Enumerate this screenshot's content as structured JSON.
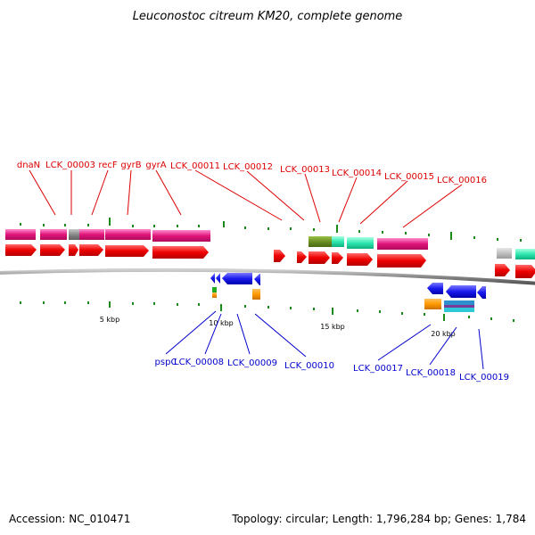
{
  "title": "Leuconostoc citreum KM20, complete genome",
  "accession_text": "Accession: NC_010471",
  "summary_text": "Topology: circular; Length: 1,796,284 bp; Genes: 1,784",
  "scale_labels": [
    "5 kbp",
    "10 kbp",
    "15 kbp",
    "20 kbp"
  ],
  "forward_genes": [
    "dnaN",
    "LCK_00003",
    "recF",
    "gyrB",
    "gyrA",
    "LCK_00011",
    "LCK_00012",
    "LCK_00013",
    "LCK_00014",
    "LCK_00015",
    "LCK_00016"
  ],
  "reverse_genes": [
    "pspC",
    "LCK_00008",
    "LCK_00009",
    "LCK_00010",
    "LCK_00017",
    "LCK_00018",
    "LCK_00019"
  ],
  "colors": {
    "cds": "#ee0000",
    "cds_reverse": "#1a1aee",
    "feature_pink": "#e0157a",
    "feature_green": "#6b8e23",
    "feature_teal": "#2ee8b0",
    "feature_gray": "#888888",
    "feature_orange": "#ff9900",
    "backbone": "#888888",
    "tick": "#1a8a1a",
    "forward_label": "#dd0000",
    "reverse_label": "#0000cc"
  }
}
